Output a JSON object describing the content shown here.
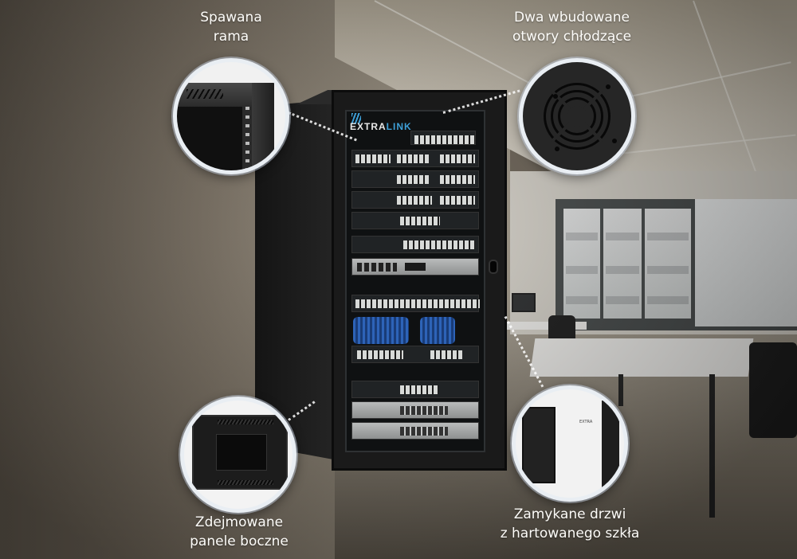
{
  "product": {
    "brand_logo": {
      "part1": "EXTRA",
      "part2": "LINK"
    },
    "colors": {
      "label_text": "#fdfcf9",
      "brand_blue": "#3ea0d8",
      "cabinet": "#1a1a1a",
      "callout_border": "#e9eef3"
    }
  },
  "callouts": [
    {
      "id": "welded-frame",
      "icon": "cabinet-frame-detail",
      "line1": "Spawana",
      "line2": "rama"
    },
    {
      "id": "cooling-fans",
      "icon": "fan-grille-detail",
      "line1": "Dwa wbudowane",
      "line2": "otwory chłodzące"
    },
    {
      "id": "side-panels",
      "icon": "removable-side-panel-detail",
      "line1": "Zdejmowane",
      "line2": "panele boczne"
    },
    {
      "id": "glass-door",
      "icon": "lockable-glass-door-detail",
      "line1": "Zamykane drzwi",
      "line2": "z hartowanego szkła"
    }
  ]
}
